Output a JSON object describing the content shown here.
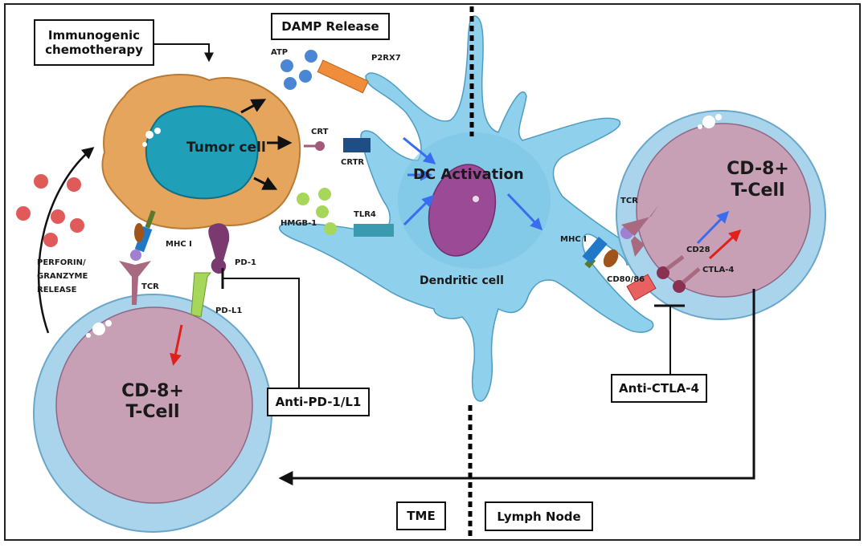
{
  "diagram": {
    "title_boxes": {
      "immunogenic_chemotherapy": [
        "Immunogenic",
        "chemotherapy"
      ],
      "damp_release": "DAMP Release",
      "anti_pd1": "Anti-PD-1/L1",
      "anti_ctla4": "Anti-CTLA-4",
      "tme": "TME",
      "lymph_node": "Lymph Node"
    },
    "cells": {
      "tumor_cell": "Tumor cell",
      "dendritic_cell": "Dendritic cell",
      "dc_activation": "DC Activation",
      "tcell_left": [
        "CD-8+",
        "T-Cell"
      ],
      "tcell_right": [
        "CD-8+",
        "T-Cell"
      ]
    },
    "molecules": {
      "atp": "ATP",
      "p2rx7": "P2RX7",
      "crt": "CRT",
      "crtr": "CRTR",
      "hmgb1": "HMGB-1",
      "tlr4": "TLR4",
      "mhc_left": "MHC I",
      "tcr_left": "TCR",
      "pd1": "PD-1",
      "pdl1": "PD-L1",
      "perforin": [
        "PERFORIN/",
        "GRANZYME",
        "RELEASE"
      ],
      "mhc_right": "MHC I",
      "tcr_right": "TCR",
      "cd28": "CD28",
      "ctla4": "CTLA-4",
      "cd8086": "CD80/86"
    },
    "colors": {
      "tumor": "#e6a55c",
      "tumor_nucleus": "#1f9fb8",
      "dc": "#8fd0ec",
      "dc_nucleus": "#9b4a95",
      "tcell_membrane": "#a9d4ec",
      "tcell_body": "#c8a0b6",
      "atp": "#4a86d4",
      "hmgb1": "#a6d65a",
      "perforin": "#e05a5a",
      "activation_arrow": "#3a6cf0",
      "inhibition_arrow": "#e0201a"
    }
  }
}
